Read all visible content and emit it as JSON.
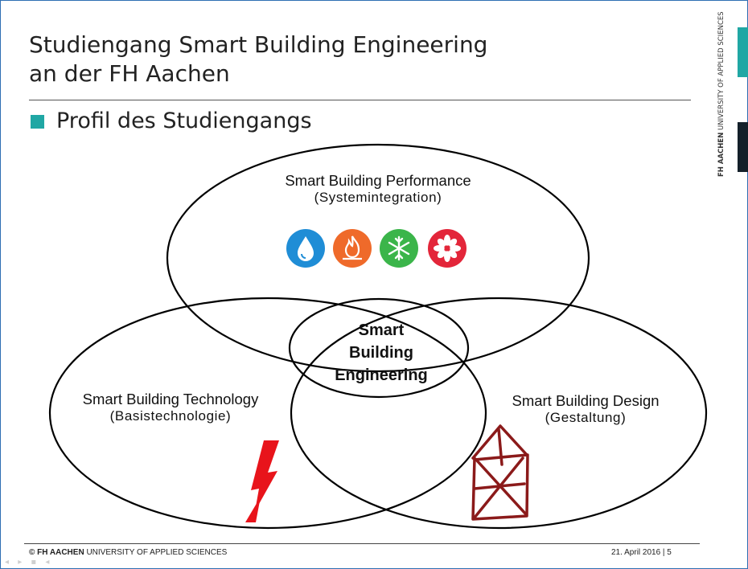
{
  "slide": {
    "title_line1": "Studiengang Smart Building Engineering",
    "title_line2": "an der FH Aachen",
    "bullet": "Profil des Studiengangs"
  },
  "venn": {
    "top": {
      "title": "Smart Building Performance",
      "subtitle": "(Systemintegration)"
    },
    "left": {
      "title": "Smart Building Technology",
      "subtitle": "(Basistechnologie)"
    },
    "right": {
      "title": "Smart Building Design",
      "subtitle": "(Gestaltung)"
    },
    "center": {
      "line1": "Smart",
      "line2": "Building",
      "line3": "Engineering"
    },
    "icons": [
      "water-drop-icon",
      "flame-icon",
      "snowflake-icon",
      "fan-icon"
    ],
    "icon_colors": [
      "#1f8dd6",
      "#ef6a2a",
      "#3bb54a",
      "#e3263a"
    ]
  },
  "side_logo": {
    "brand": "FH AACHEN",
    "tagline": "UNIVERSITY OF APPLIED SCIENCES"
  },
  "footer": {
    "copyright_brand": "© FH AACHEN",
    "copyright_rest": " UNIVERSITY OF APPLIED SCIENCES",
    "date_page": "21. April 2016  |  5"
  },
  "colors": {
    "accent_teal": "#20a7a4",
    "dark_bar": "#14202a",
    "lightning_red": "#e8141b",
    "house_sketch": "#8b1a1a"
  }
}
